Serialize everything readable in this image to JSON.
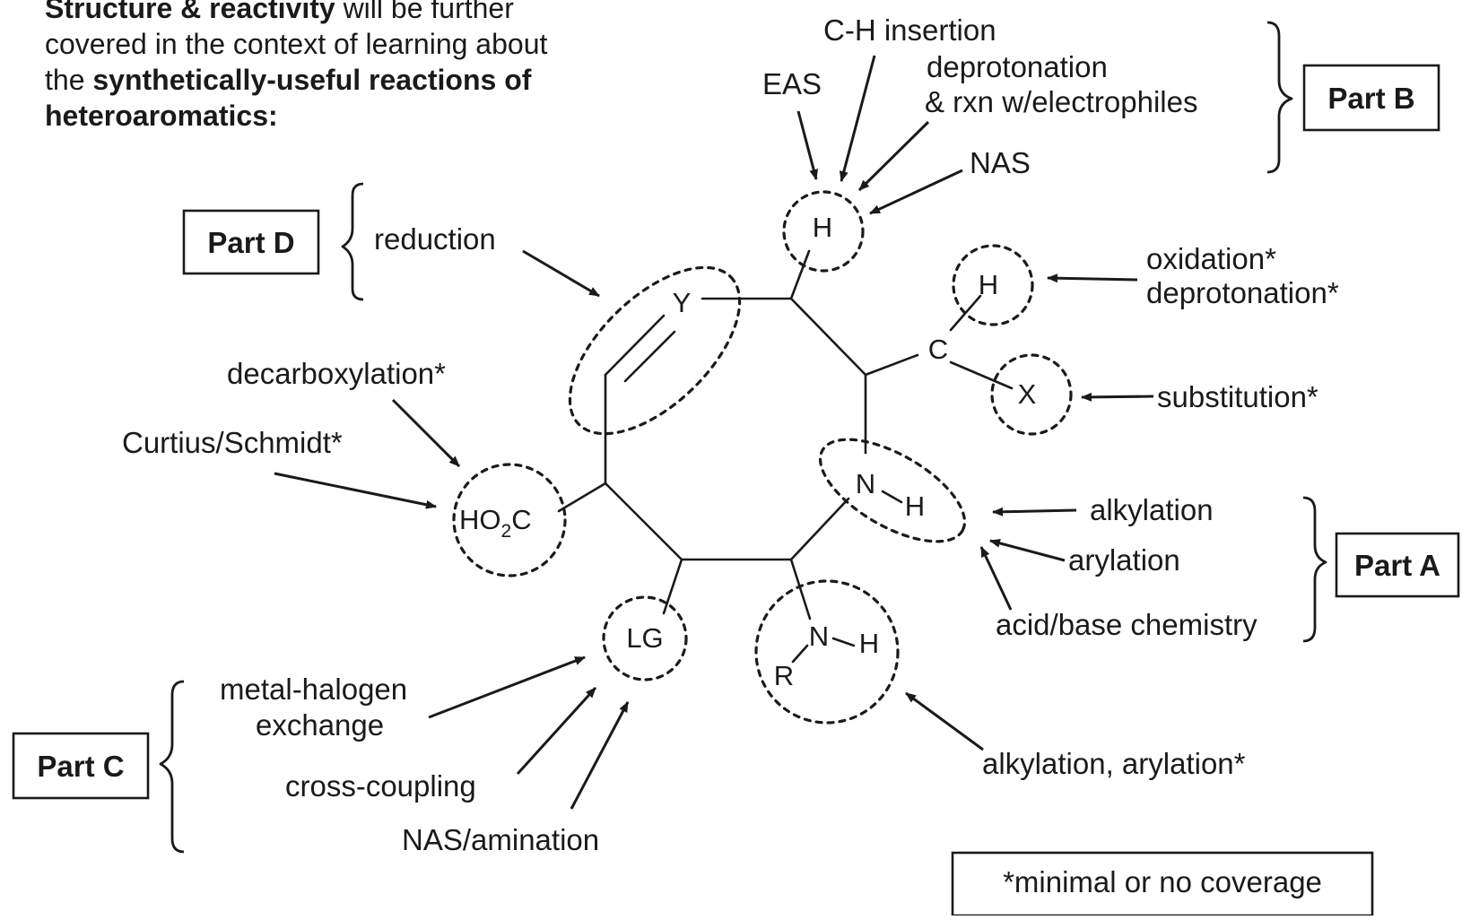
{
  "intro": {
    "line1_bold": "Structure & reactivity",
    "line1_rest": " will be further",
    "line2": "covered in the context of learning about",
    "line3_pre": "the ",
    "line3_bold": "synthetically-useful reactions of",
    "line4_bold": "heteroaromatics:"
  },
  "parts": {
    "a": "Part A",
    "b": "Part B",
    "c": "Part C",
    "d": "Part D"
  },
  "atoms": {
    "y": "Y",
    "h_top": "H",
    "h_side": "H",
    "c_side": "C",
    "x": "X",
    "n_ring": "N",
    "h_ring": "H",
    "n_amine": "N",
    "h_amine": "H",
    "r_amine": "R",
    "lg": "LG",
    "ho": "HO",
    "ho_sub": "2",
    "c_acid": "C"
  },
  "labels": {
    "ch_insertion": "C-H insertion",
    "eas": "EAS",
    "deprotonation_line1": "deprotonation",
    "deprotonation_line2": "& rxn w/electrophiles",
    "nas_top": "NAS",
    "reduction": "reduction",
    "oxidation": "oxidation*",
    "deprotonation_side": "deprotonation*",
    "decarboxylation": "decarboxylation*",
    "curtius": "Curtius/Schmidt*",
    "substitution": "substitution*",
    "alkylation": "alkylation",
    "arylation": "arylation",
    "acid_base": "acid/base chemistry",
    "metal_halogen_line1": "metal-halogen",
    "metal_halogen_line2": "exchange",
    "cross_coupling": "cross-coupling",
    "nas_amination": "NAS/amination",
    "alkylation_arylation": "alkylation, arylation*"
  },
  "footnote": "*minimal or no coverage"
}
